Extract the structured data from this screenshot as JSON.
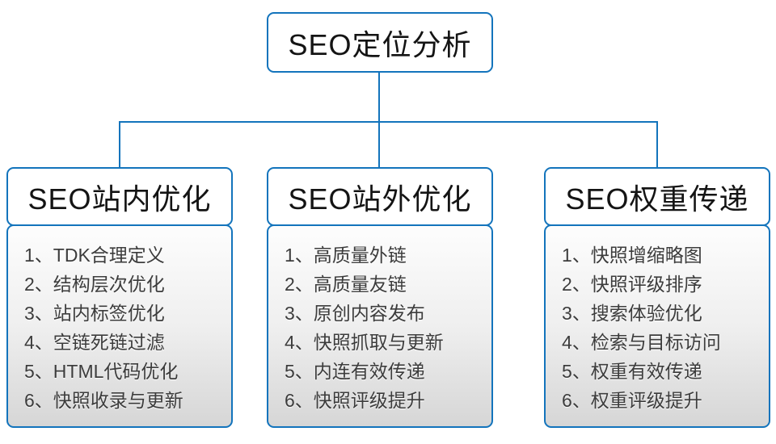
{
  "colors": {
    "line": "#1374bc",
    "header_text": "#141414",
    "list_text": "#3c3c3c",
    "list_bg_top": "#fdfdfd",
    "list_bg_bottom": "#d6d6d6"
  },
  "diagram": {
    "root_label": "SEO定位分析",
    "branches": [
      {
        "title": "SEO站内优化",
        "items": [
          "1、TDK合理定义",
          "2、结构层次优化",
          "3、站内标签优化",
          "4、空链死链过滤",
          "5、HTML代码优化",
          "6、快照收录与更新"
        ]
      },
      {
        "title": "SEO站外优化",
        "items": [
          "1、高质量外链",
          "2、高质量友链",
          "3、原创内容发布",
          "4、快照抓取与更新",
          "5、内连有效传递",
          "6、快照评级提升"
        ]
      },
      {
        "title": "SEO权重传递",
        "items": [
          "1、快照增缩略图",
          "2、快照评级排序",
          "3、搜索体验优化",
          "4、检索与目标访问",
          "5、权重有效传递",
          "6、权重评级提升"
        ]
      }
    ]
  }
}
